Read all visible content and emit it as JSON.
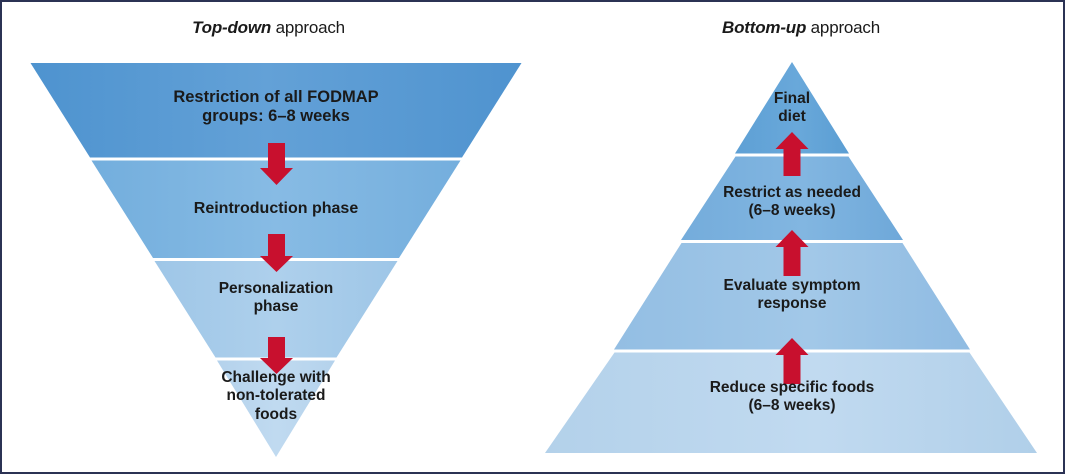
{
  "figure": {
    "border_color": "#2b3254",
    "background": "#ffffff",
    "arrow_color": "#c8102e",
    "divider_color": "#ffffff"
  },
  "panels": [
    {
      "id": "top-down",
      "title_keyword": "Top-down",
      "title_rest": " approach",
      "shape": "inverted-triangle",
      "arrow_direction": "down",
      "arrow_icon": "arrow-down-icon",
      "segments": [
        {
          "label": "Restriction of all FODMAP\ngroups: 6–8 weeks",
          "fill": "#5b9bd5"
        },
        {
          "label": "Reintroduction phase",
          "fill": "#7bb2e0"
        },
        {
          "label": "Personalization\nphase",
          "fill": "#a3c9e8"
        },
        {
          "label": "Challenge with\nnon-tolerated\nfoods",
          "fill": "#b9d5ec"
        }
      ]
    },
    {
      "id": "bottom-up",
      "title_keyword": "Bottom-up",
      "title_rest": " approach",
      "shape": "triangle",
      "arrow_direction": "up",
      "arrow_icon": "arrow-up-icon",
      "segments": [
        {
          "label": "Final\ndiet",
          "fill": "#5b9bd5"
        },
        {
          "label": "Restrict as needed\n(6–8 weeks)",
          "fill": "#77aedd"
        },
        {
          "label": "Evaluate symptom\nresponse",
          "fill": "#96c0e4"
        },
        {
          "label": "Reduce specific foods\n(6–8 weeks)",
          "fill": "#b7d4eb"
        }
      ]
    }
  ]
}
